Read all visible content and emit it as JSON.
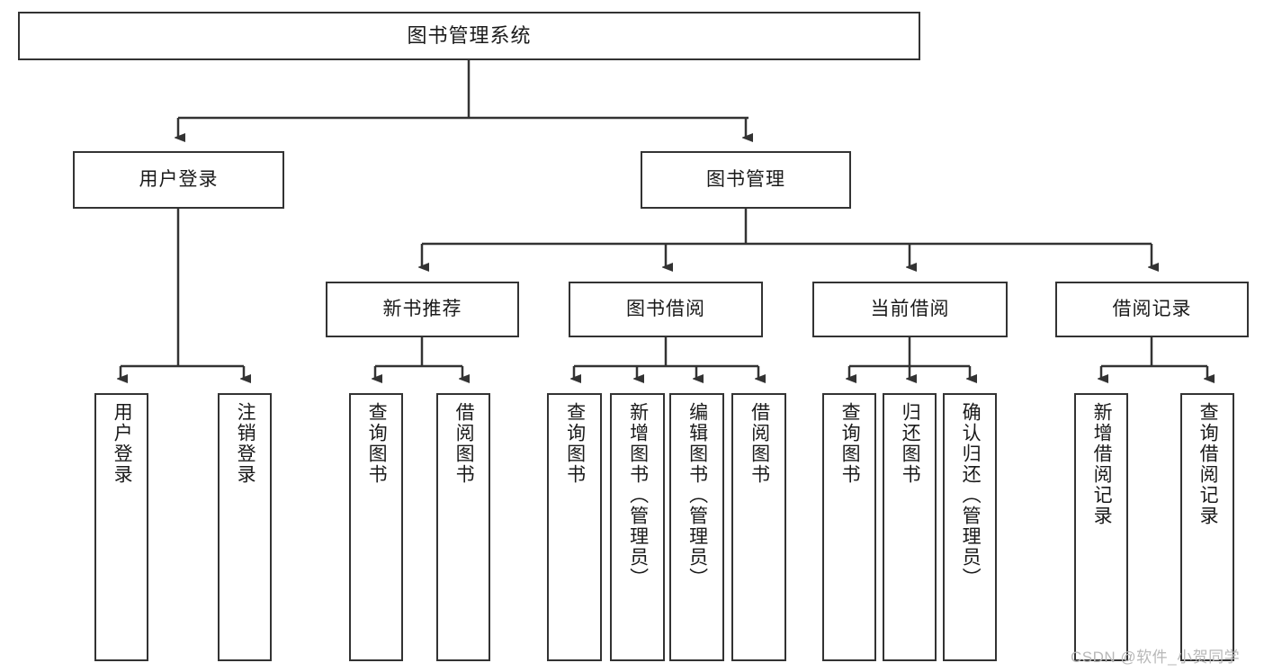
{
  "diagram": {
    "title": "图书管理系统",
    "type": "tree",
    "watermark": "CSDN @软件_小贺同学",
    "colors": {
      "box_border": "#333333",
      "box_fill": "#ffffff",
      "connector": "#333333",
      "background": "#ffffff",
      "watermark": "#b8b8b8"
    },
    "nodes": {
      "root": {
        "label": "图书管理系统"
      },
      "level2": [
        {
          "id": "user-login",
          "label": "用户登录"
        },
        {
          "id": "book-manage",
          "label": "图书管理"
        }
      ],
      "level3": [
        {
          "id": "new-book-recommend",
          "label": "新书推荐"
        },
        {
          "id": "book-borrow",
          "label": "图书借阅"
        },
        {
          "id": "current-borrow",
          "label": "当前借阅"
        },
        {
          "id": "borrow-record",
          "label": "借阅记录"
        }
      ],
      "leaves": {
        "user-login": [
          {
            "id": "leaf-user-login",
            "label": "用户登录"
          },
          {
            "id": "leaf-logout",
            "label": "注销登录"
          }
        ],
        "new-book-recommend": [
          {
            "id": "leaf-query-book-1",
            "label": "查询图书"
          },
          {
            "id": "leaf-borrow-book-1",
            "label": "借阅图书"
          }
        ],
        "book-borrow": [
          {
            "id": "leaf-query-book-2",
            "label": "查询图书"
          },
          {
            "id": "leaf-add-book",
            "label": "新增图书（管理员）"
          },
          {
            "id": "leaf-edit-book",
            "label": "编辑图书（管理员）"
          },
          {
            "id": "leaf-borrow-book-2",
            "label": "借阅图书"
          }
        ],
        "current-borrow": [
          {
            "id": "leaf-query-book-3",
            "label": "查询图书"
          },
          {
            "id": "leaf-return-book",
            "label": "归还图书"
          },
          {
            "id": "leaf-confirm-return",
            "label": "确认归还（管理员）"
          }
        ],
        "borrow-record": [
          {
            "id": "leaf-add-record",
            "label": "新增借阅记录"
          },
          {
            "id": "leaf-query-record",
            "label": "查询借阅记录"
          }
        ]
      }
    }
  }
}
